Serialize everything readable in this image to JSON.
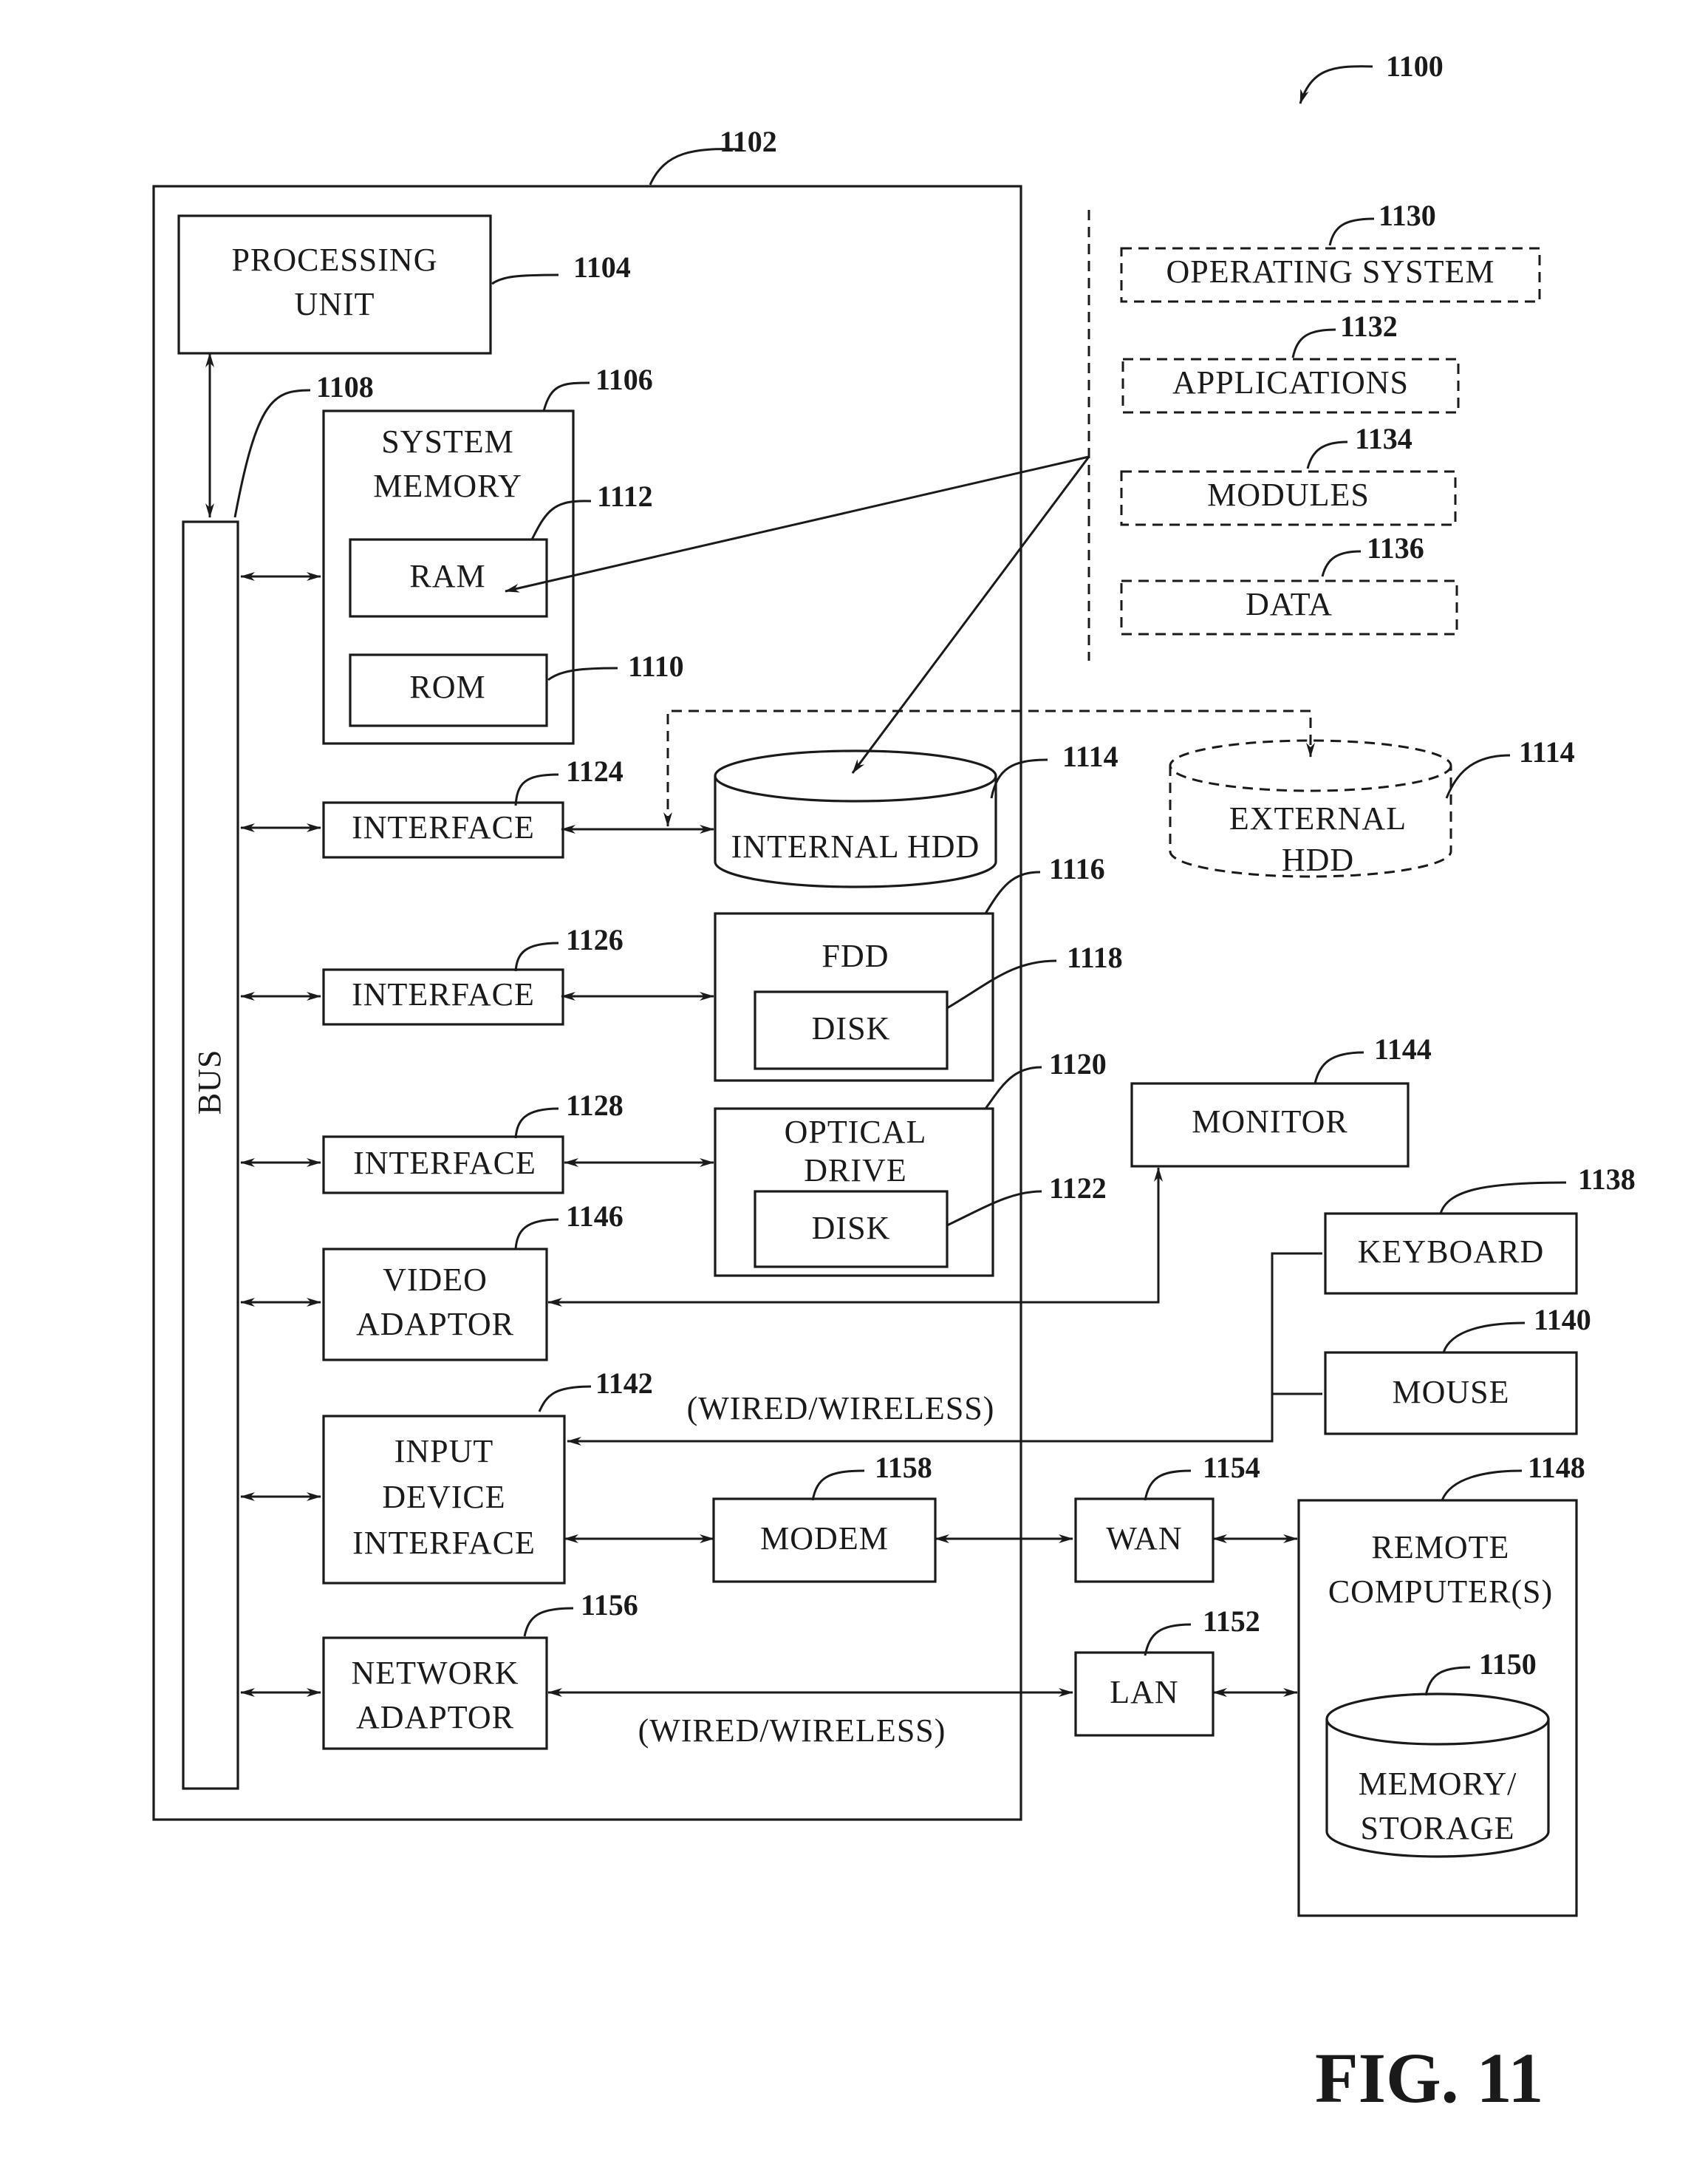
{
  "figure": {
    "label": "FIG. 11"
  },
  "refs": {
    "system": "1100",
    "computer": "1102",
    "processing_unit": "1104",
    "system_memory": "1106",
    "bus": "1108",
    "rom": "1110",
    "ram": "1112",
    "internal_hdd": "1114",
    "external_hdd": "1114",
    "fdd": "1116",
    "fdd_disk": "1118",
    "optical_drive": "1120",
    "optical_disk": "1122",
    "interface_hdd": "1124",
    "interface_fdd": "1126",
    "interface_optical": "1128",
    "operating_system": "1130",
    "applications": "1132",
    "modules": "1134",
    "data": "1136",
    "keyboard": "1138",
    "mouse": "1140",
    "input_device_interface": "1142",
    "monitor": "1144",
    "video_adaptor": "1146",
    "remote_computer": "1148",
    "memory_storage": "1150",
    "lan": "1152",
    "wan": "1154",
    "network_adaptor": "1156",
    "modem": "1158"
  },
  "labels": {
    "processing_unit": [
      "PROCESSING",
      "UNIT"
    ],
    "system_memory": [
      "SYSTEM",
      "MEMORY"
    ],
    "ram": "RAM",
    "rom": "ROM",
    "bus": "BUS",
    "interface": "INTERFACE",
    "internal_hdd": "INTERNAL HDD",
    "external_hdd": [
      "EXTERNAL",
      "HDD"
    ],
    "fdd": "FDD",
    "disk": "DISK",
    "optical_drive": [
      "OPTICAL",
      "DRIVE"
    ],
    "video_adaptor": [
      "VIDEO",
      "ADAPTOR"
    ],
    "input_device_interface": [
      "INPUT",
      "DEVICE",
      "INTERFACE"
    ],
    "network_adaptor": [
      "NETWORK",
      "ADAPTOR"
    ],
    "modem": "MODEM",
    "wan": "WAN",
    "lan": "LAN",
    "monitor": "MONITOR",
    "keyboard": "KEYBOARD",
    "mouse": "MOUSE",
    "remote_computer": [
      "REMOTE",
      "COMPUTER(S)"
    ],
    "memory_storage": [
      "MEMORY/",
      "STORAGE"
    ],
    "operating_system": "OPERATING SYSTEM",
    "applications": "APPLICATIONS",
    "modules": "MODULES",
    "data": "DATA",
    "wired_wireless": "(WIRED/WIRELESS)"
  }
}
